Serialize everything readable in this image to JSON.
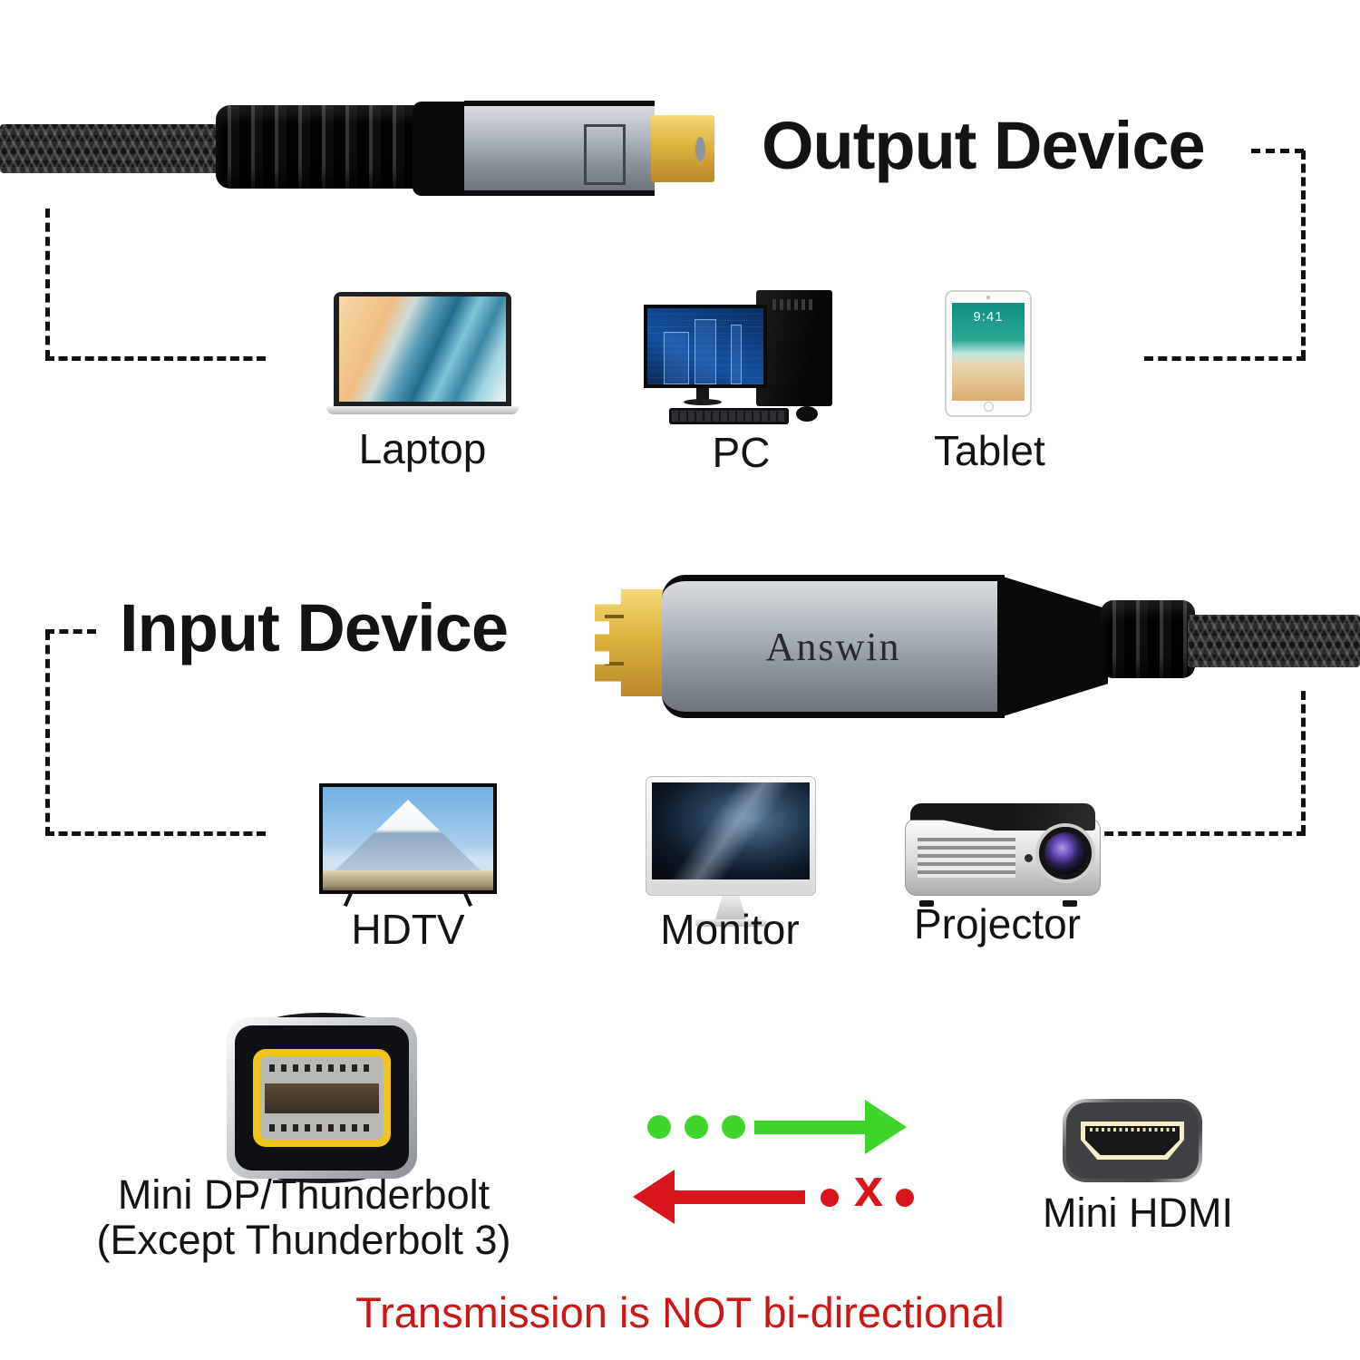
{
  "output_section": {
    "title": "Output Device",
    "devices": [
      {
        "label": "Laptop"
      },
      {
        "label": "PC"
      },
      {
        "label": "Tablet"
      }
    ],
    "tablet_time": "9:41"
  },
  "input_section": {
    "title": "Input Device",
    "devices": [
      {
        "label": "HDTV"
      },
      {
        "label": "Monitor"
      },
      {
        "label": "Projector"
      }
    ]
  },
  "cable": {
    "brand": "Answin"
  },
  "connector_left": {
    "name_line1": "Mini DP/Thunderbolt",
    "name_line2": "(Except Thunderbolt 3)"
  },
  "connector_right": {
    "name": "Mini HDMI"
  },
  "direction": {
    "blocked_symbol": "x"
  },
  "footer": {
    "note": "Transmission is NOT bi-directional"
  },
  "colors": {
    "allowed_green": "#3fd42c",
    "blocked_red": "#d8141c",
    "note_red": "#cc1717",
    "gold": "#ddb23e",
    "connector_yellow": "#f1c41d"
  }
}
